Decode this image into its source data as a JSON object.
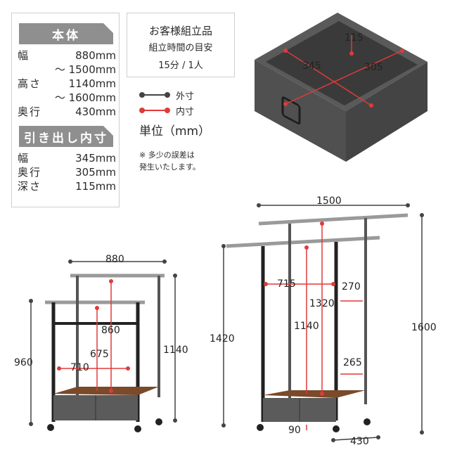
{
  "specs": {
    "body_title": "本体",
    "body_rows": [
      {
        "label": "幅",
        "value": "880mm"
      },
      {
        "label": "",
        "value": "〜 1500mm"
      },
      {
        "label": "高さ",
        "value": "1140mm"
      },
      {
        "label": "",
        "value": "〜 1600mm"
      },
      {
        "label": "奥行",
        "value": "430mm"
      }
    ],
    "drawer_title": "引き出し内寸",
    "drawer_rows": [
      {
        "label": "幅",
        "value": "345mm"
      },
      {
        "label": "奥行",
        "value": "305mm"
      },
      {
        "label": "深さ",
        "value": "115mm"
      }
    ]
  },
  "assembly": {
    "title": "お客様組立品",
    "subtitle": "組立時間の目安",
    "time": "15分 / 1人"
  },
  "legend": {
    "outer": "外寸",
    "inner": "内寸",
    "outer_color": "#444444",
    "inner_color": "#e03a3a"
  },
  "unit": "単位（mm）",
  "note": {
    "line1": "※ 多少の誤差は",
    "line2": "発生いたします。"
  },
  "box_dims": {
    "depth": "115",
    "width": "345",
    "length": "305"
  },
  "small_rack": {
    "width": "880",
    "height_low": "960",
    "height_high": "1140",
    "inner_height": "860",
    "inner_low": "675",
    "inner_width": "710"
  },
  "large_rack": {
    "width": "1500",
    "height_low": "1420",
    "height_high": "1600",
    "inner_high": "1320",
    "inner_mid": "1140",
    "inner_width": "715",
    "side_upper": "270",
    "side_lower": "265",
    "base_gap": "90",
    "depth": "430"
  }
}
